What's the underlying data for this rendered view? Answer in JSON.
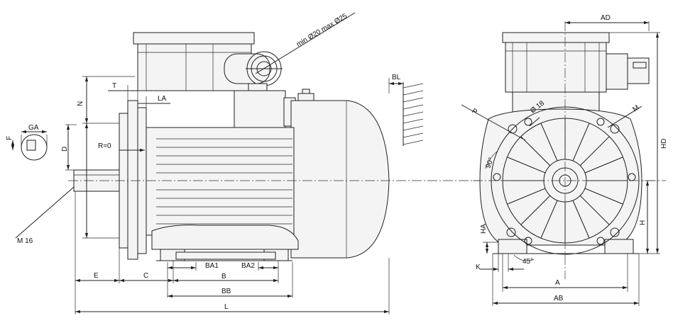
{
  "labels": {
    "ad": "AD",
    "bl": "BL",
    "t": "T",
    "la": "LA",
    "n": "N",
    "ga": "GA",
    "f": "F",
    "d": "D",
    "r0": "R=0",
    "m16": "M 16",
    "e": "E",
    "c": "C",
    "ba1": "BA1",
    "ba2": "BA2",
    "b": "B",
    "bb": "BB",
    "l": "L",
    "cable": "min Ø20 max Ø25",
    "p": "P",
    "o18": "Ø 18",
    "m": "M",
    "hd": "HD",
    "h": "H",
    "ha": "HA",
    "k": "K",
    "deg45": "45°",
    "deg90": "90°",
    "a": "A",
    "ab": "AB"
  }
}
